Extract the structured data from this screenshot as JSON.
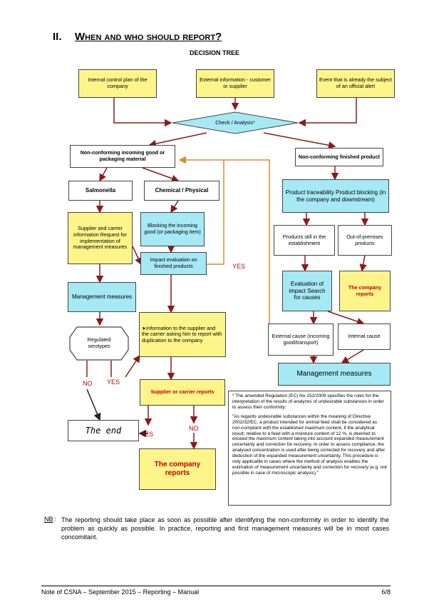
{
  "section": {
    "number": "II.",
    "title": "When and who should report?"
  },
  "subtitle": "DECISION TREE",
  "nodes": {
    "internal": "Internal control plan of the company",
    "external": "External information - customer or supplier",
    "event": "Event that is already the subject of an official alert",
    "check": "Check / Analysis*",
    "nc_incoming": "Non-conforming incoming good or packaging material",
    "nc_finished": "Non-conforming finished product",
    "salmonella": "Salmonella",
    "chemical": "Chemical / Physical",
    "supplier_info": "Supplier and carrier information Request for implementation of management measures",
    "blocking": "Blocking the incoming good (or packaging item)",
    "impact_eval": "Impact evaluation on finished products",
    "mgmt_left": "Management measures",
    "regulated": "Regulated serotypes",
    "info_supplier": "➤Information to the supplier and the carrier asking him to report with duplication to the company",
    "supplier_reports": "Supplier or carrier reports",
    "the_end": "The end",
    "company_reports_left": "The company reports",
    "traceability": "Product traceability Product blocking (in the company and downstream)",
    "still_in": "Products still in the establishment",
    "out_premises": "Out-of-premises products",
    "eval_impact": "Evaluation of impact Search for causes",
    "company_reports_right": "The company reports",
    "external_cause": "External cause (incoming good/transport)",
    "internal_cause": "Internal cause",
    "mgmt_right": "Management measures"
  },
  "labels": {
    "yes_center": "YES",
    "no_left": "NO",
    "yes_left": "YES",
    "yes_bottom": "YES",
    "no_bottom": "NO"
  },
  "footnote": {
    "p1": "* The amended Regulation (EC) No 152/2009 specifies the rules for the interpretation of the results of analyzes of undesirable substances in order to assess their conformity:",
    "p2": "\"As regards undesirable substances within the meaning of Directive 2002/32/EC, a product intended for animal feed shall be considered as non-compliant with the established maximum content, if the analytical result, relative to a feed with a moisture content of 12 %, is deemed to exceed the maximum content taking into account expanded measurement uncertainty and correction for recovery. In order to assess compliance, the analysed concentration is used after being corrected for recovery and after deduction of the expanded measurement uncertainty. This procedure is only applicable in cases where the method of analysis enables the estimation of measurement uncertainty and correction for recovery (e.g. not possible in case of microscopic analysis).\""
  },
  "note": {
    "label": "NB",
    "text": "The reporting should take place as soon as possible after identifying the non-conformity in order to identify the problem as quickly as possible. In practice, reporting and first management measures will be in most cases concomitant."
  },
  "footer": {
    "left": "Note of CSNA – September 2015 – Reporting – Manual",
    "right": "6/8"
  },
  "colors": {
    "yellow": "#fdf58a",
    "cyan": "#a6e9f4",
    "arrow_dark": "#8b1a1a",
    "arrow_orange": "#e08a2c",
    "text_red": "#c00000"
  }
}
